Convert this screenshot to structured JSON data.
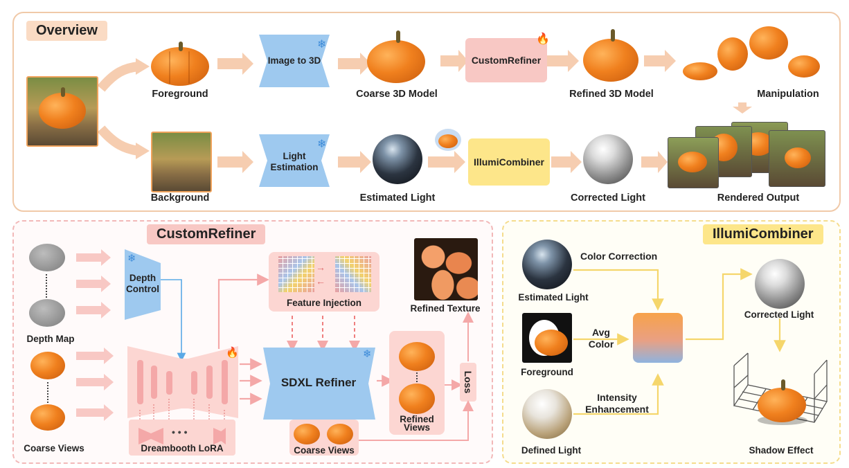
{
  "overview": {
    "title": "Overview",
    "foreground": "Foreground",
    "background": "Background",
    "image_to_3d": "Image to 3D",
    "coarse_3d_model": "Coarse 3D Model",
    "custom_refiner": "CustomRefiner",
    "refined_3d_model": "Refined 3D Model",
    "manipulation": "Manipulation",
    "light_estimation": "Light\nEstimation",
    "estimated_light": "Estimated Light",
    "illumi_combiner": "IllumiCombiner",
    "corrected_light": "Corrected Light",
    "rendered_output": "Rendered Output"
  },
  "custom_refiner": {
    "title": "CustomRefiner",
    "depth_map": "Depth Map",
    "coarse_views": "Coarse Views",
    "depth_control": "Depth\nControl",
    "feature_injection": "Feature Injection",
    "refined_texture": "Refined Texture",
    "sdxl_refiner": "SDXL Refiner",
    "refined_views": "Refined\nViews",
    "loss": "Loss",
    "dreambooth_lora": "Dreambooth LoRA",
    "coarse_views_bottom": "Coarse Views"
  },
  "illumi_combiner": {
    "title": "IllumiCombiner",
    "estimated_light": "Estimated Light",
    "color_correction": "Color Correction",
    "foreground": "Foreground",
    "avg_color": "Avg\nColor",
    "defined_light": "Defined Light",
    "intensity_enhancement": "Intensity\nEnhancement",
    "corrected_light": "Corrected Light",
    "shadow_effect": "Shadow Effect"
  },
  "icons": [
    "snowflake-icon",
    "flame-icon"
  ],
  "colors": {
    "overview_border": "#f0c9a8",
    "custom_refiner_border": "#f2b8b8",
    "illumi_border": "#f5dc8c",
    "blue_block": "#9ec9ef",
    "pink_block": "#f8c8c4",
    "yellow_block": "#fde68a",
    "arrow_peach": "#f6cdb0",
    "arrow_pink": "#f4a8a8",
    "arrow_yellow": "#f5d66b",
    "arrow_blue": "#5aa9e6"
  }
}
